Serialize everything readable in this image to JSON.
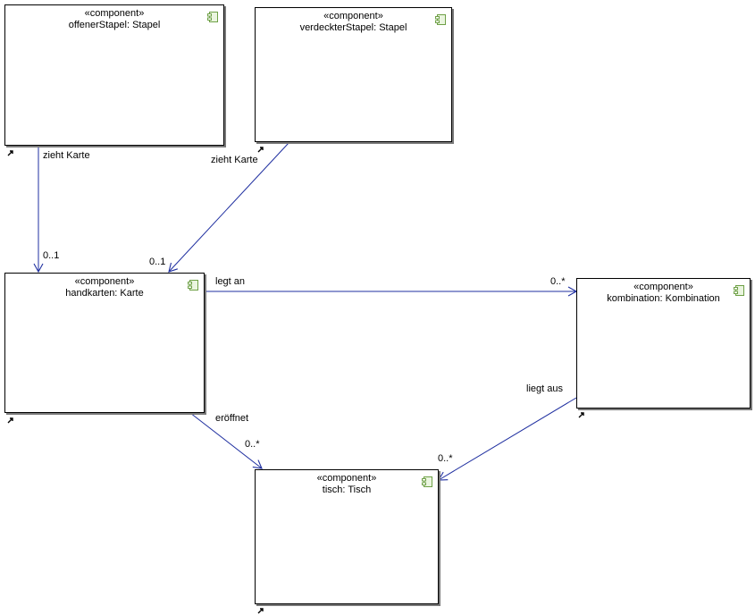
{
  "colors": {
    "border": "#000000",
    "shadow": "#7a7a7a",
    "connector": "#1f2fa0",
    "icon": "#6ea046"
  },
  "components": {
    "offener": {
      "stereotype": "«component»",
      "name": "offenerStapel: Stapel",
      "icon": "component-icon"
    },
    "verdeckter": {
      "stereotype": "«component»",
      "name": "verdeckterStapel: Stapel",
      "icon": "component-icon"
    },
    "handkarten": {
      "stereotype": "«component»",
      "name": "handkarten: Karte",
      "icon": "component-icon"
    },
    "kombination": {
      "stereotype": "«component»",
      "name": "kombination: Kombination",
      "icon": "component-icon"
    },
    "tisch": {
      "stereotype": "«component»",
      "name": "tisch: Tisch",
      "icon": "component-icon"
    }
  },
  "associations": {
    "offener_handkarten": {
      "label": "zieht Karte",
      "multiplicity": "0..1"
    },
    "verdeckter_handkarten": {
      "label": "zieht Karte",
      "multiplicity": "0..1"
    },
    "handkarten_kombination": {
      "label": "legt an",
      "multiplicity": "0..*"
    },
    "handkarten_tisch": {
      "label": "eröffnet",
      "multiplicity": "0..*"
    },
    "kombination_tisch": {
      "label": "liegt aus",
      "multiplicity": "0..*"
    }
  }
}
